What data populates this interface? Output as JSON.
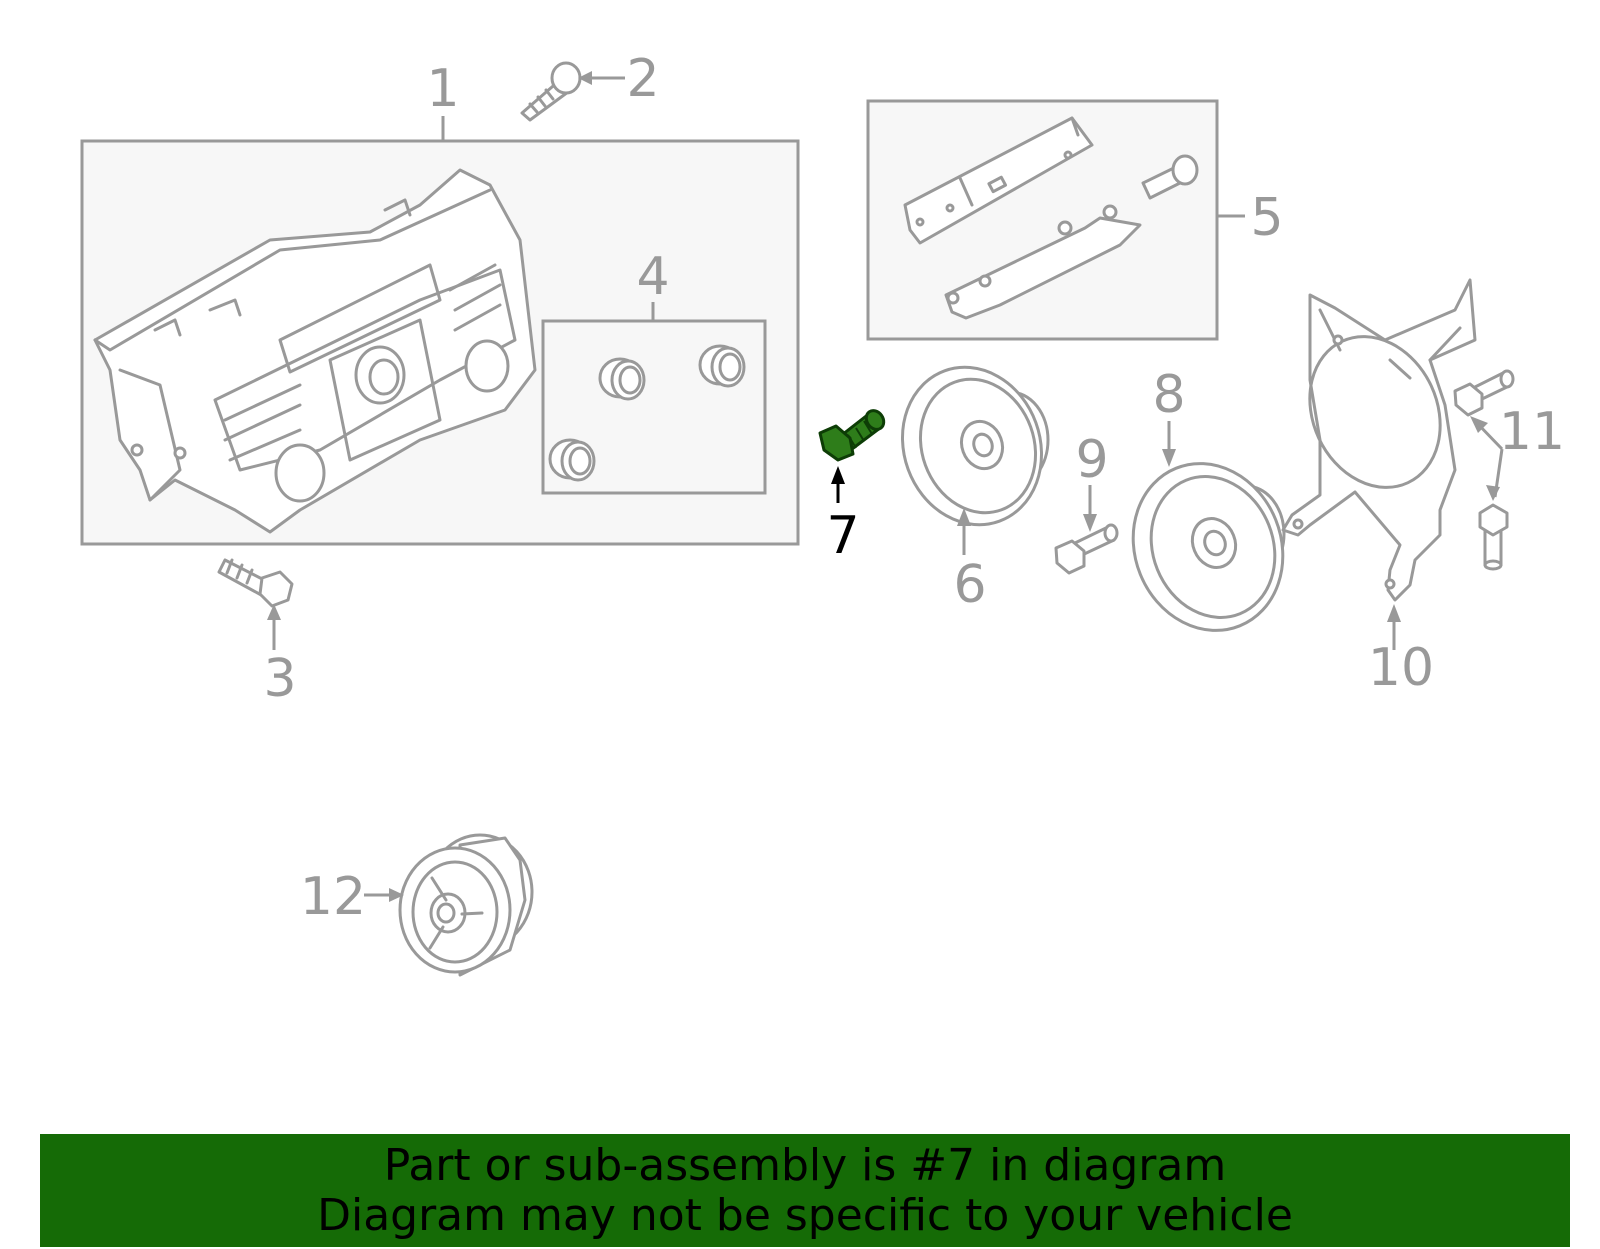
{
  "callouts": [
    "1",
    "2",
    "3",
    "4",
    "5",
    "6",
    "7",
    "8",
    "9",
    "10",
    "11",
    "12"
  ],
  "highlighted_part": "7",
  "banner": {
    "line1": "Part or sub-assembly is #7 in diagram",
    "line2": "Diagram may not be specific to your vehicle"
  },
  "colors": {
    "line": "#999999",
    "highlight": "#2e7d1a",
    "banner": "#156b06",
    "banner_text": "#000000"
  }
}
